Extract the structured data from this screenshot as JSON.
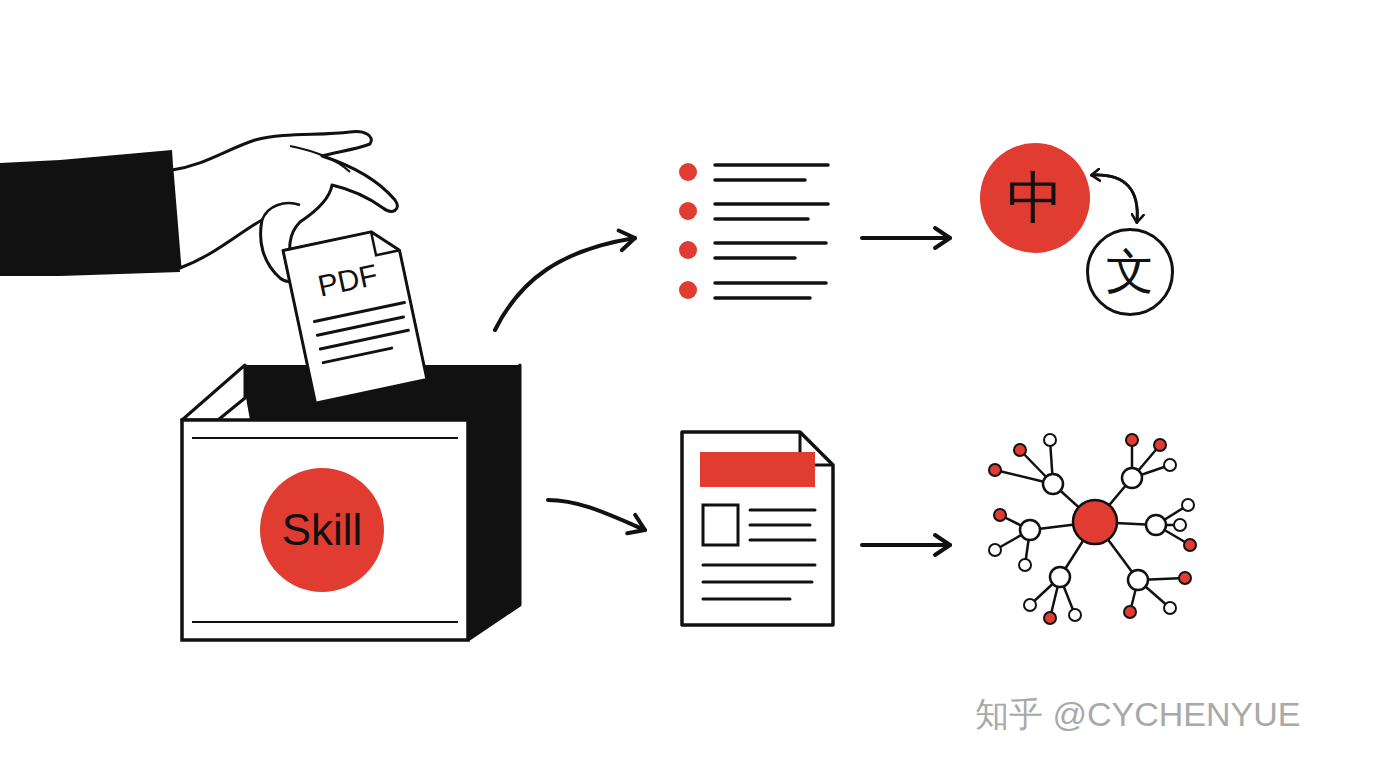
{
  "diagram": {
    "nodes": [
      {
        "text": [
          "PDF"
        ]
      },
      {
        "text": [
          "Skill"
        ]
      },
      {
        "text": [
          "中"
        ]
      },
      {
        "text": [
          "文"
        ]
      }
    ],
    "edges": [
      {
        "from": 2,
        "to": 3,
        "arrow": "to"
      },
      {
        "from": 3,
        "to": 2,
        "arrow": "to"
      }
    ],
    "labels": [
      "知乎 @CYCHENYUE"
    ]
  }
}
